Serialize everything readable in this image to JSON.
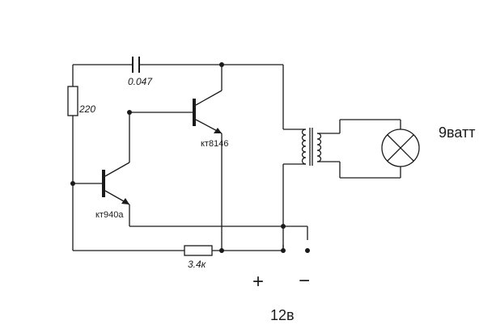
{
  "labels": {
    "capacitor_value": "0.047",
    "resistor_top_value": "220",
    "resistor_bottom_value": "3.4к",
    "transistor_upper": "кт8146",
    "transistor_lower": "кт940а",
    "lamp_power": "9ватт",
    "supply_voltage": "12в",
    "plus_sign": "+",
    "minus_sign": "−"
  },
  "colors": {
    "ink": "#1a1a1a",
    "background": "#ffffff"
  }
}
